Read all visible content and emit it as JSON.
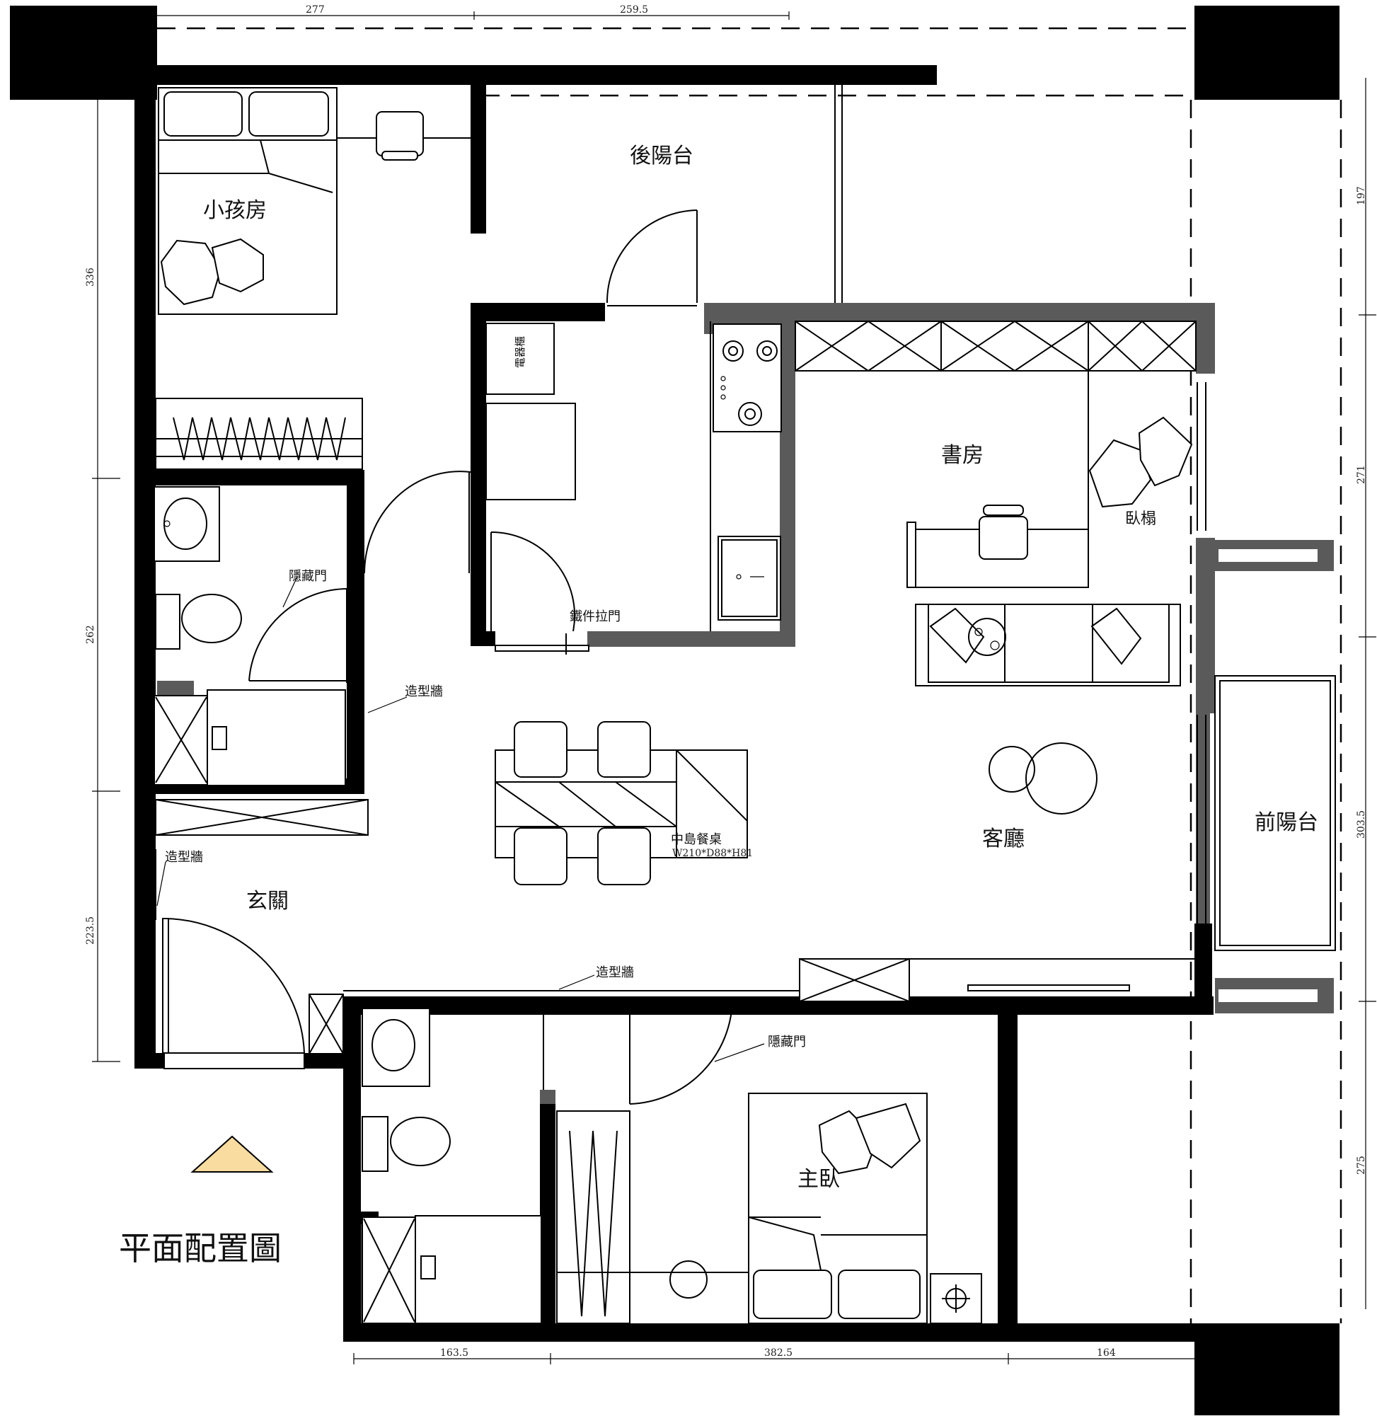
{
  "plan": {
    "title": "平面配置圖",
    "rooms": {
      "kids_room": "小孩房",
      "rear_balcony": "後陽台",
      "study": "書房",
      "daybed": "臥榻",
      "living_room": "客廳",
      "front_balcony": "前陽台",
      "entrance": "玄關",
      "master_bedroom": "主臥"
    },
    "notes": {
      "appliance_cabinet": "電器櫃",
      "hidden_door_upper": "隱藏門",
      "hidden_door_lower": "隱藏門",
      "feature_wall_1": "造型牆",
      "feature_wall_2": "造型牆",
      "feature_wall_3": "造型牆",
      "iron_sliding_door": "鐵件拉門",
      "island_table": "中島餐桌",
      "island_size": "W210*D88*H81"
    },
    "dimensions": {
      "top_1": "277",
      "top_2": "259.5",
      "left_1": "336",
      "left_2": "262",
      "left_3": "223.5",
      "right_1": "197",
      "right_2": "271",
      "right_3": "303.5",
      "right_4": "275",
      "bottom_1": "163.5",
      "bottom_2": "382.5",
      "bottom_3": "164"
    },
    "colors": {
      "wall": "#000000",
      "gray_wall": "#5a5a5a",
      "north_arrow": "#f8dca0"
    }
  }
}
